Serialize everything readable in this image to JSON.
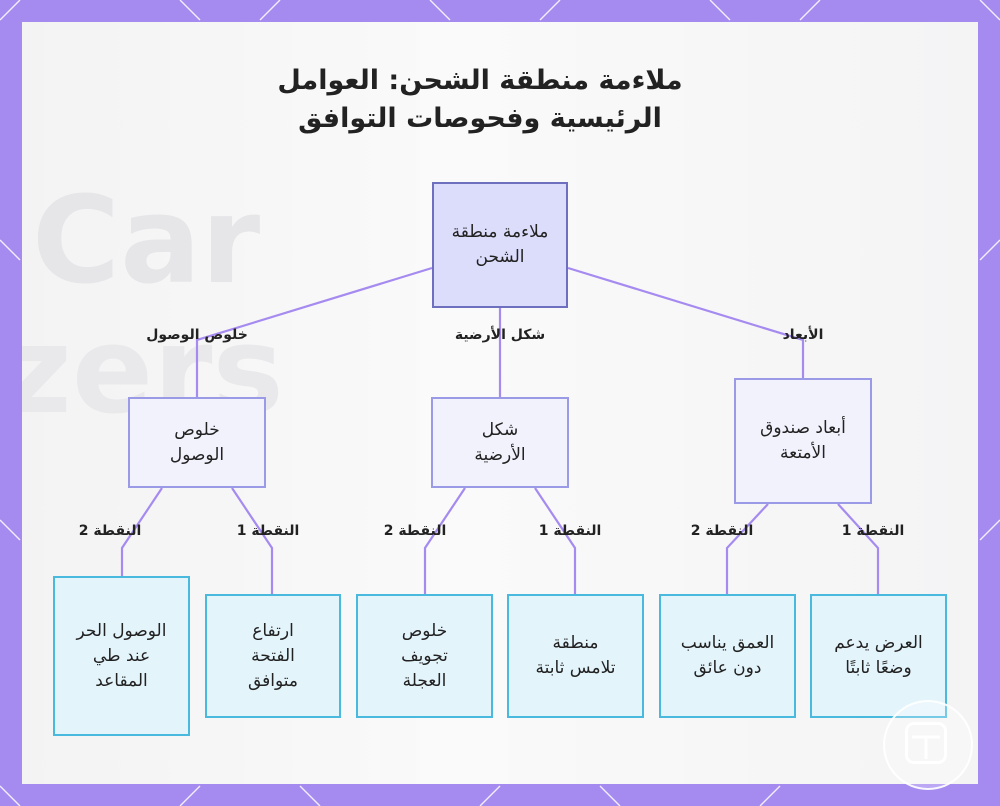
{
  "diagram": {
    "title_line1": "ملاءمة منطقة الشحن: العوامل",
    "title_line2": "الرئيسية وفحوصات التوافق",
    "root": {
      "label": "ملاءمة منطقة الشحن"
    },
    "branches": [
      {
        "edge_label": "خلوص الوصول",
        "label": "خلوص الوصول"
      },
      {
        "edge_label": "شكل الأرضية",
        "label": "شكل الأرضية"
      },
      {
        "edge_label": "الأبعاد",
        "label": "أبعاد صندوق الأمتعة"
      }
    ],
    "leaf_edge_labels": [
      "النقطة 2",
      "النقطة 1",
      "النقطة 2",
      "النقطة 1",
      "النقطة 2",
      "النقطة 1"
    ],
    "leaves": [
      {
        "label": "الوصول الحر عند طي المقاعد"
      },
      {
        "label": "ارتفاع الفتحة متوافق"
      },
      {
        "label": "خلوص تجويف العجلة"
      },
      {
        "label": "منطقة تلامس ثابتة"
      },
      {
        "label": "العمق يناسب دون عائق"
      },
      {
        "label": "العرض يدعم وضعًا ثابتًا"
      }
    ],
    "colors": {
      "frame": "#a58af0",
      "connector": "#a58af0",
      "root_fill": "#dcdcfb",
      "branch_fill": "#f2f2fd",
      "leaf_fill": "#e4f4fb",
      "leaf_border": "#4ab9de"
    },
    "badge_icon": "grid-app-icon"
  }
}
